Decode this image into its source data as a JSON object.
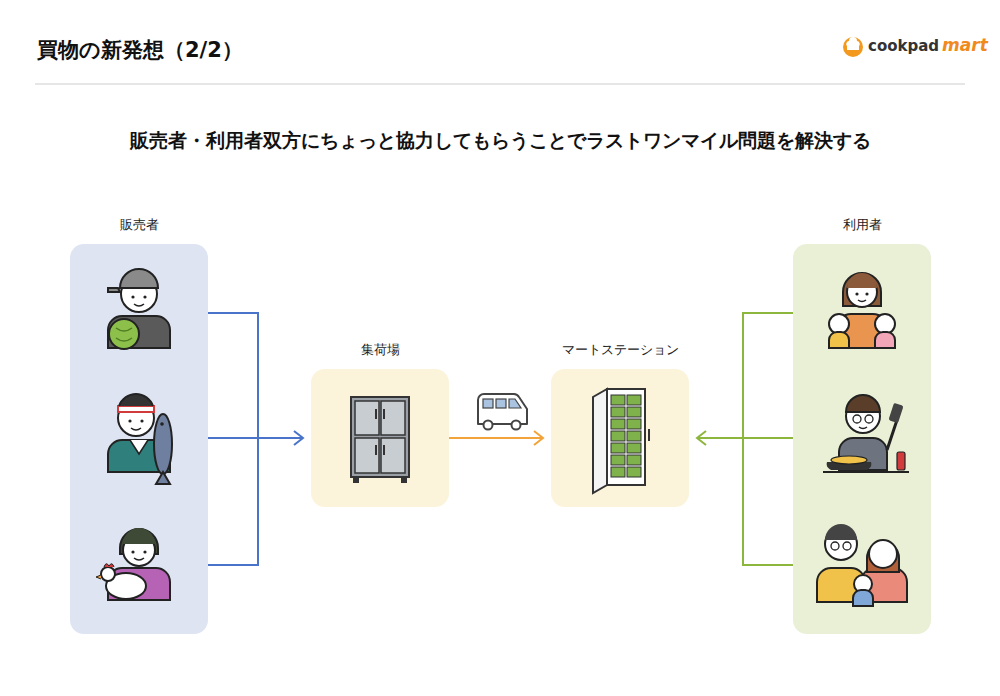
{
  "diagram": {
    "title": "買物の新発想（2/2）",
    "nodes": [
      {
        "text": [
          "販売者"
        ]
      },
      {
        "text": [
          "集荷場"
        ]
      },
      {
        "text": [
          "マートステーション"
        ]
      },
      {
        "text": [
          "利用者"
        ]
      }
    ],
    "edges": [
      {
        "from": 0,
        "to": 1,
        "arrow": "to"
      },
      {
        "from": 1,
        "to": 2,
        "arrow": "to"
      },
      {
        "from": 3,
        "to": 2,
        "arrow": "to"
      }
    ],
    "labels": [
      "cookpad",
      "mart",
      "販売者・利用者双方にちょっと協力してもらうことでラストワンマイル問題を解決する"
    ]
  }
}
